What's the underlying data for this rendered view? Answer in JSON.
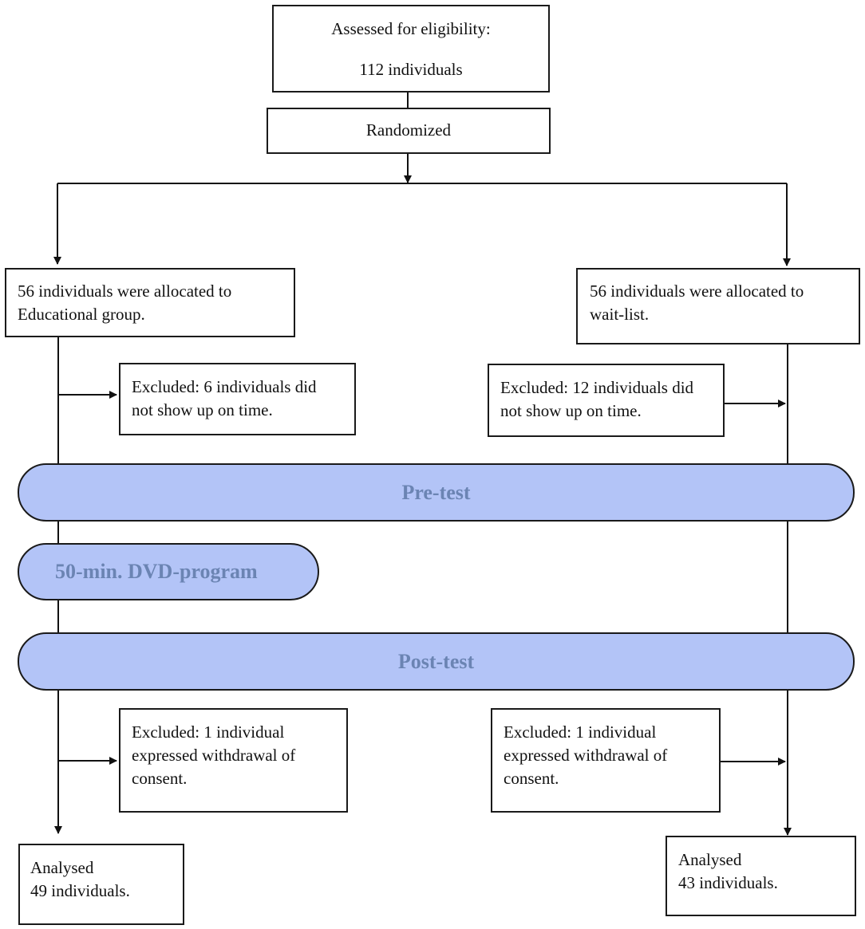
{
  "assessed": {
    "line1": "Assessed for eligibility:",
    "line2": "112 individuals"
  },
  "randomized": "Randomized",
  "allocated_educational": "56 individuals were allocated to\nEducational group.",
  "allocated_waitlist": "56 individuals were allocated to\nwait-list.",
  "excluded_left_1": "Excluded: 6 individuals did\nnot show up on time.",
  "excluded_right_1": "Excluded: 12 individuals did\nnot show up on time.",
  "pretest": "Pre-test",
  "dvd_program": "50-min. DVD-program",
  "posttest": "Post-test",
  "excluded_left_2": "Excluded: 1 individual\nexpressed withdrawal of\nconsent.",
  "excluded_right_2": "Excluded: 1 individual\nexpressed withdrawal of\nconsent.",
  "analysed_left": "Analysed\n49 individuals.",
  "analysed_right": "Analysed\n43 individuals."
}
